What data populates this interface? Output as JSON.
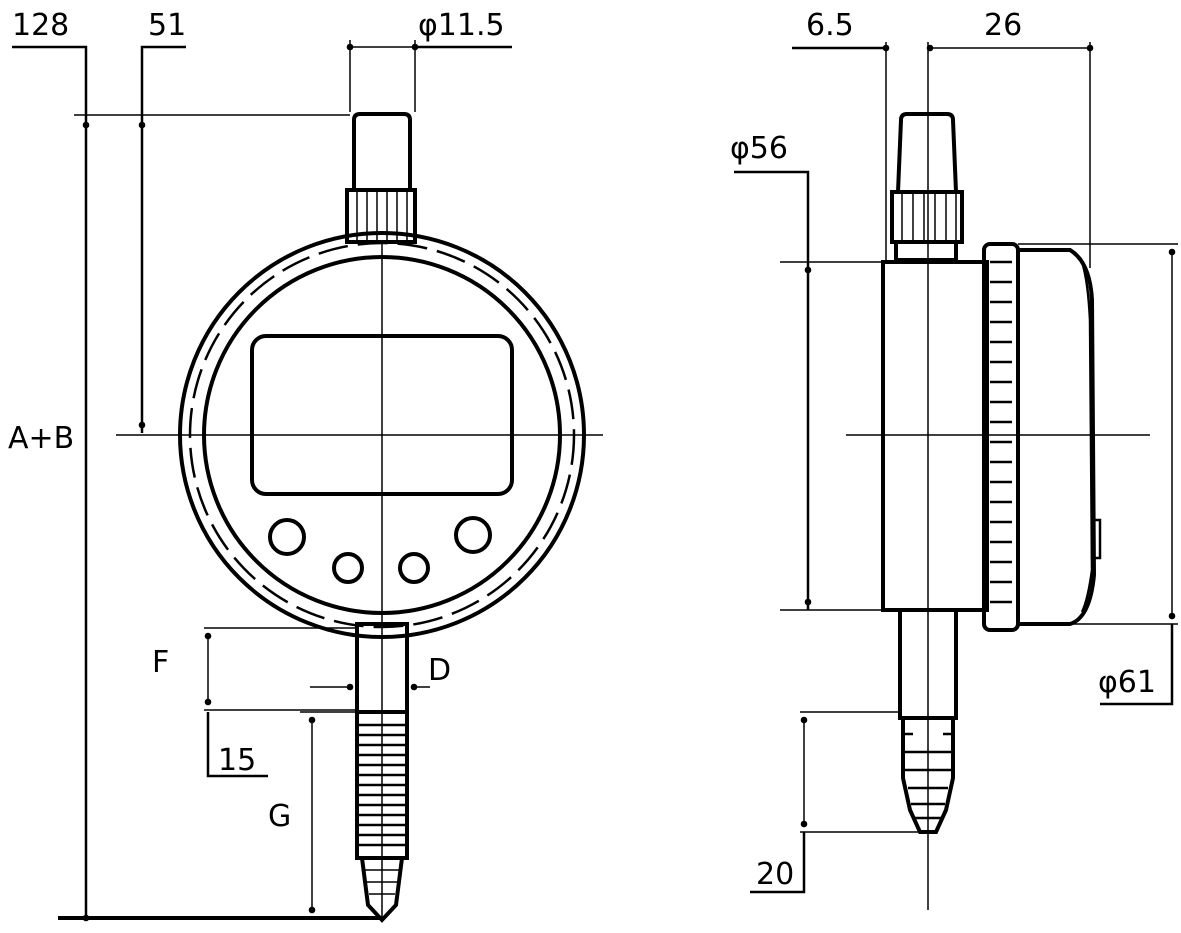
{
  "front_view": {
    "dim_128": "128",
    "dim_51": "51",
    "dim_phi_11_5": "φ11.5",
    "dim_a_plus_b": "A+B",
    "dim_f": "F",
    "dim_d": "D",
    "dim_15": "15",
    "dim_g": "G"
  },
  "side_view": {
    "dim_6_5": "6.5",
    "dim_26": "26",
    "dim_phi_56": "φ56",
    "dim_phi_61": "φ61",
    "dim_20": "20"
  }
}
